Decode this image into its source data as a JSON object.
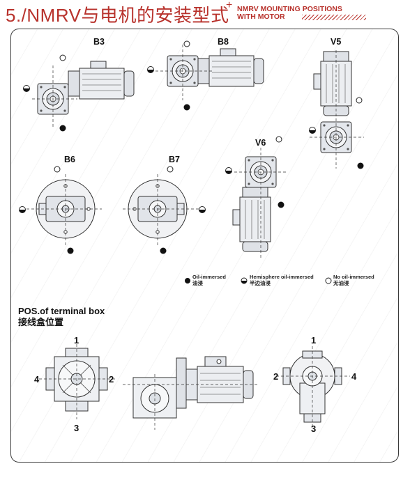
{
  "header": {
    "title_cn": "5./NMRV与电机的安装型式",
    "title_en_line1": "NMRV MOUNTING POSITIONS",
    "title_en_line2": "WITH MOTOR",
    "plus": "+",
    "accent_color": "#b8322c"
  },
  "positions": [
    {
      "id": "b3",
      "label": "B3"
    },
    {
      "id": "b8",
      "label": "B8"
    },
    {
      "id": "v5",
      "label": "V5"
    },
    {
      "id": "b6",
      "label": "B6"
    },
    {
      "id": "b7",
      "label": "B7"
    },
    {
      "id": "v6",
      "label": "V6"
    }
  ],
  "legend": {
    "oil_en": "Oil-immersed",
    "oil_cn": "油浸",
    "half_en": "Hemisphere oil-immersed",
    "half_cn": "半边油浸",
    "none_en": "No oil-immersed",
    "none_cn": "无油浸"
  },
  "terminal_box": {
    "title_en": "POS.of terminal box",
    "title_cn": "接线盒位置",
    "left_numbers": [
      "1",
      "2",
      "3",
      "4"
    ],
    "right_numbers": [
      "1",
      "2",
      "3",
      "4"
    ]
  }
}
